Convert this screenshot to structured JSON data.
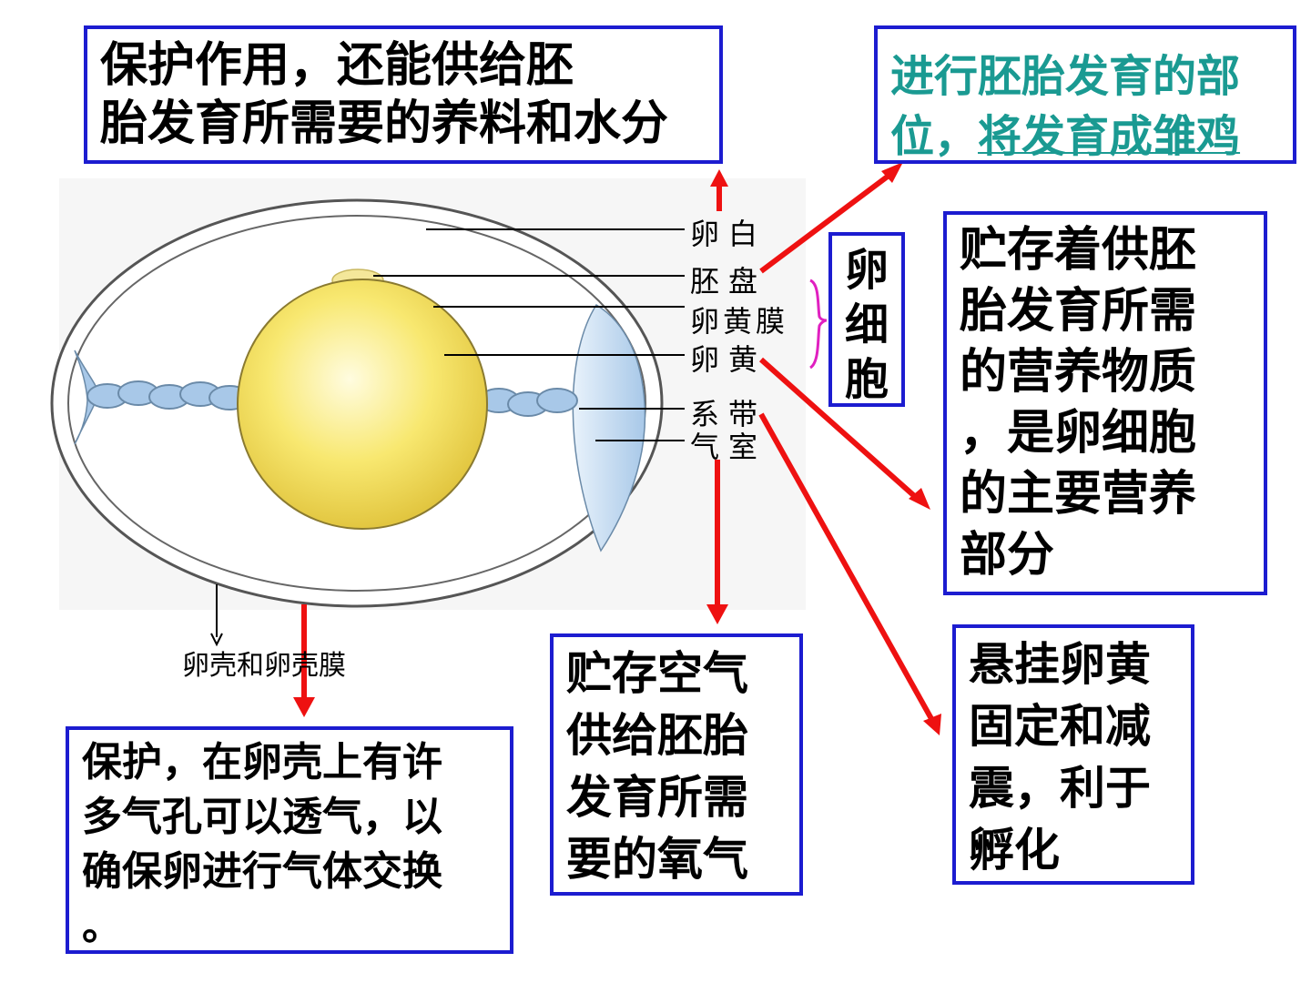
{
  "boxes": {
    "albumen_function": "保护作用，还能供给胚\n胎发育所需要的养料和水分",
    "germinal_disc_function_line1": "进行胚胎发育的部",
    "germinal_disc_function_line2a": "位，",
    "germinal_disc_function_line2b": "将发育成雏鸡",
    "yolk_function": "贮存着供胚\n胎发育所需\n的营养物质\n，是卵细胞\n的主要营养\n部分",
    "egg_cell": "卵\n细\n胞",
    "air_cell_function": "贮存空气\n供给胚胎\n发育所需\n要的氧气",
    "chalaza_function": "悬挂卵黄\n固定和减\n震，利于\n孵化",
    "shell_function": "保护，在卵壳上有许\n多气孔可以透气，以\n确保卵进行气体交换\n。"
  },
  "labels": {
    "albumen": "卵白",
    "germinal_disc": "胚盘",
    "vitelline_membrane": "卵黄膜",
    "yolk": "卵黄",
    "chalaza": "系带",
    "air_cell": "气室",
    "shell_and_membrane": "卵壳和卵壳膜"
  },
  "colors": {
    "box_border": "#1c1cd0",
    "arrow_red": "#ee1111",
    "teal_text": "#1a9a92",
    "brace_magenta": "#e020c0",
    "yolk_fill": "#f8e870",
    "chalaza_fill": "#a8c8e8"
  }
}
